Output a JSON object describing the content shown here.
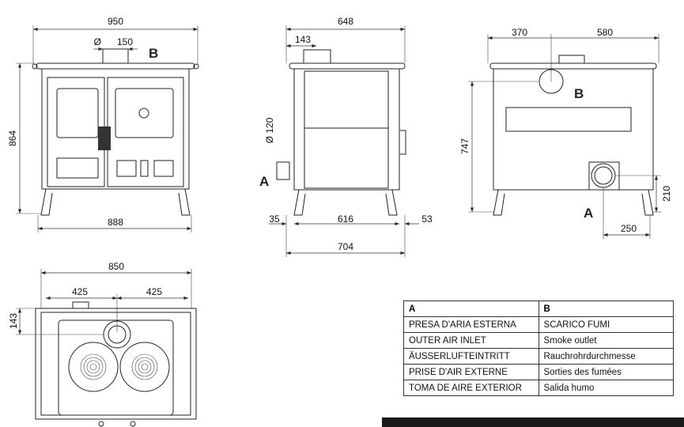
{
  "front_view": {
    "width": "950",
    "flue_diameter": "150",
    "height": "864",
    "leg_span": "888",
    "label_b": "B",
    "diameter_symbol": "Ø"
  },
  "side_view": {
    "depth": "648",
    "flue_offset": "143",
    "air_diameter": "Ø 120",
    "label_a": "A",
    "left_offset": "35",
    "body_depth": "616",
    "right_offset": "53",
    "total_depth": "704"
  },
  "back_view": {
    "flue_x": "370",
    "flue_to_edge": "580",
    "flue_height": "747",
    "label_b": "B",
    "label_a": "A",
    "air_height": "210",
    "air_x": "250"
  },
  "top_view": {
    "width": "850",
    "half_left": "425",
    "half_right": "425",
    "flue_offset": "143"
  },
  "legend": {
    "headers": [
      "A",
      "B"
    ],
    "rows": [
      [
        "PRESA D'ARIA ESTERNA",
        "SCARICO FUMI"
      ],
      [
        "OUTER AIR INLET",
        "Smoke outlet"
      ],
      [
        "ÄUSSERLUFTEINTRITT",
        "Rauchrohrdurchmesse"
      ],
      [
        "PRISE D'AIR EXTERNE",
        "Sorties des fumées"
      ],
      [
        "TOMA DE AIRE EXTERIOR",
        "Salida humo"
      ]
    ]
  }
}
